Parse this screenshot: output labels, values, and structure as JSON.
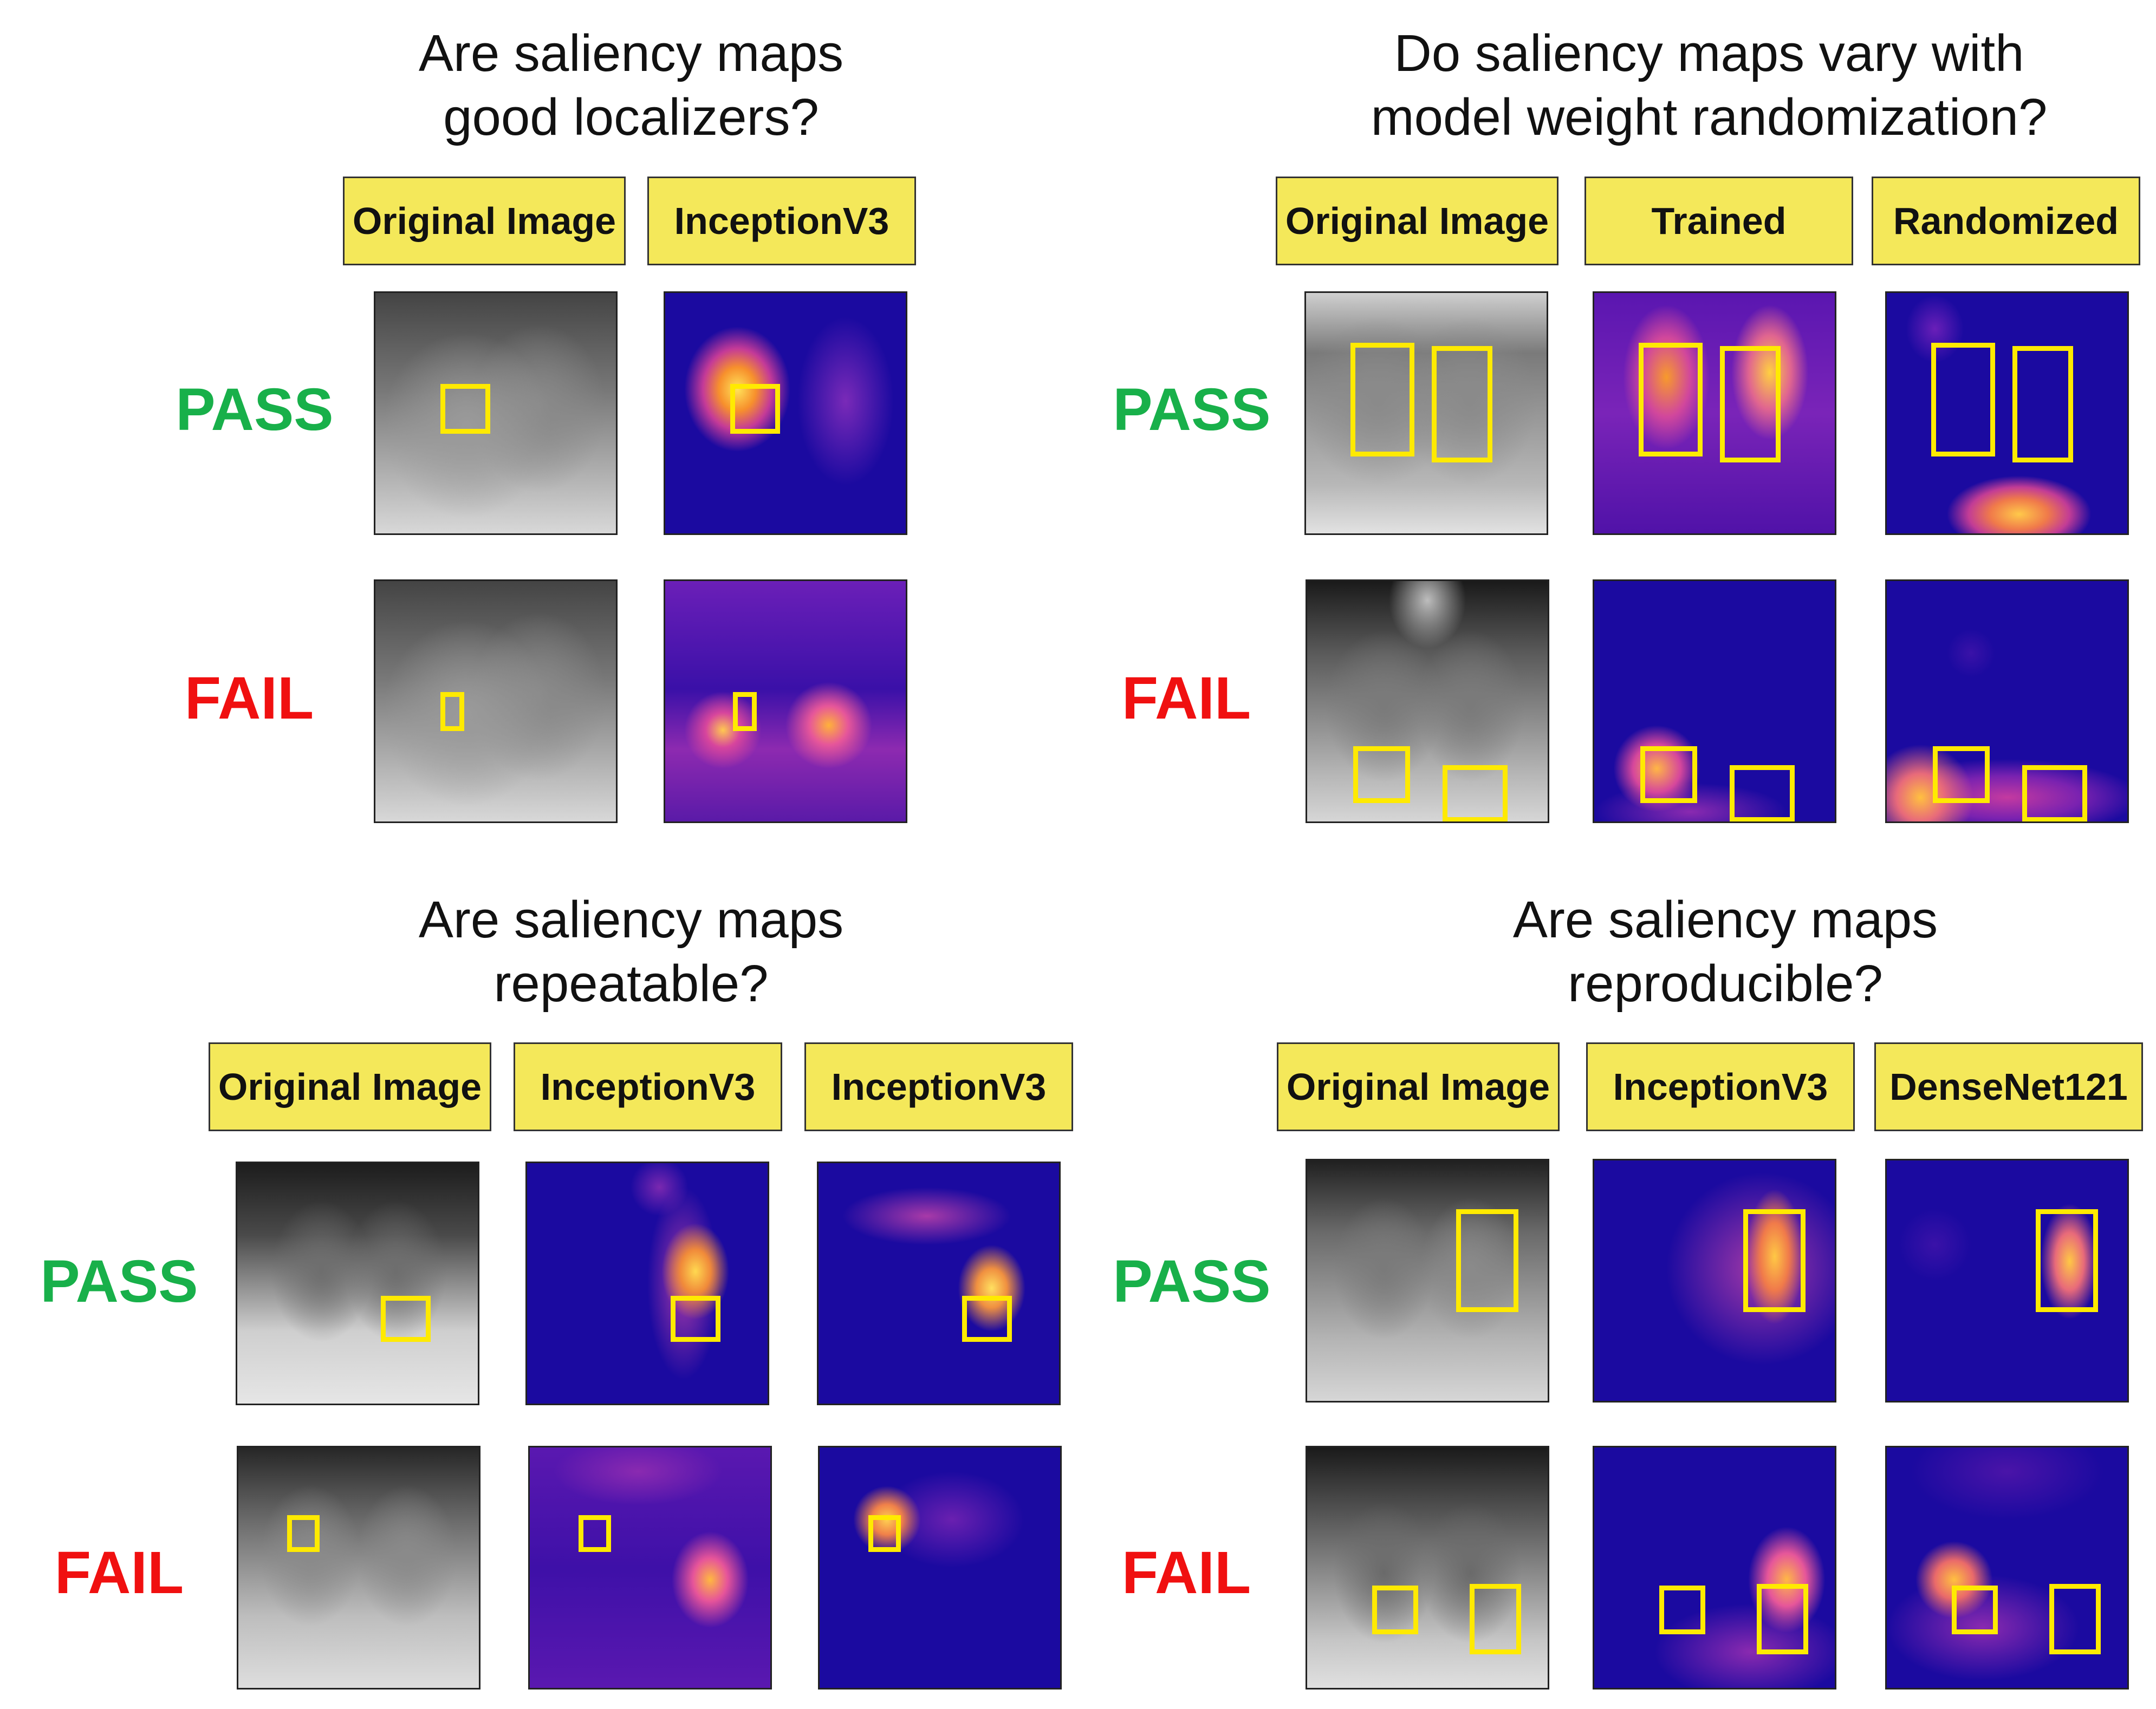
{
  "colors": {
    "label_bg": "#f4e85a",
    "pass": "#18b04a",
    "fail": "#f01010",
    "box": "#ffea00",
    "heat_base": "#1b0aa0"
  },
  "panels": {
    "localization": {
      "title_line1": "Are saliency maps",
      "title_line2": "good localizers?",
      "labels": [
        "Original Image",
        "InceptionV3"
      ]
    },
    "randomization": {
      "title_line1": "Do saliency maps vary with",
      "title_line2": "model weight randomization?",
      "labels": [
        "Original Image",
        "Trained",
        "Randomized"
      ]
    },
    "repeatability": {
      "title_line1": "Are saliency maps",
      "title_line2": "repeatable?",
      "labels": [
        "Original Image",
        "InceptionV3",
        "InceptionV3"
      ]
    },
    "reproducibility": {
      "title_line1": "Are saliency maps",
      "title_line2": "reproducible?",
      "labels": [
        "Original Image",
        "InceptionV3",
        "DenseNet121"
      ]
    }
  },
  "verdicts": {
    "pass": "PASS",
    "fail": "FAIL"
  }
}
